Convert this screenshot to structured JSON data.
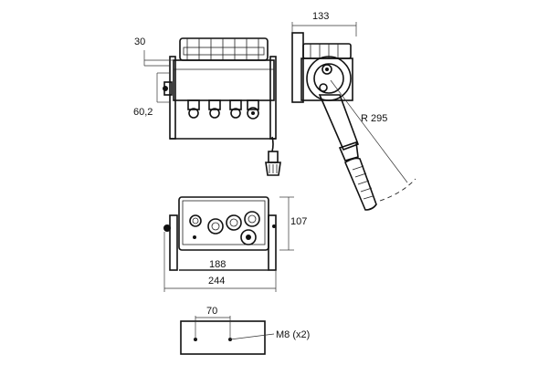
{
  "dimensions": {
    "front_depth": "30",
    "front_offset": "60,2",
    "side_width": "133",
    "lever_radius": "R 295",
    "base_height": "107",
    "base_inner_width": "188",
    "base_total_width": "244",
    "mount_spacing": "70",
    "mount_bolts": "M8 (x2)"
  }
}
